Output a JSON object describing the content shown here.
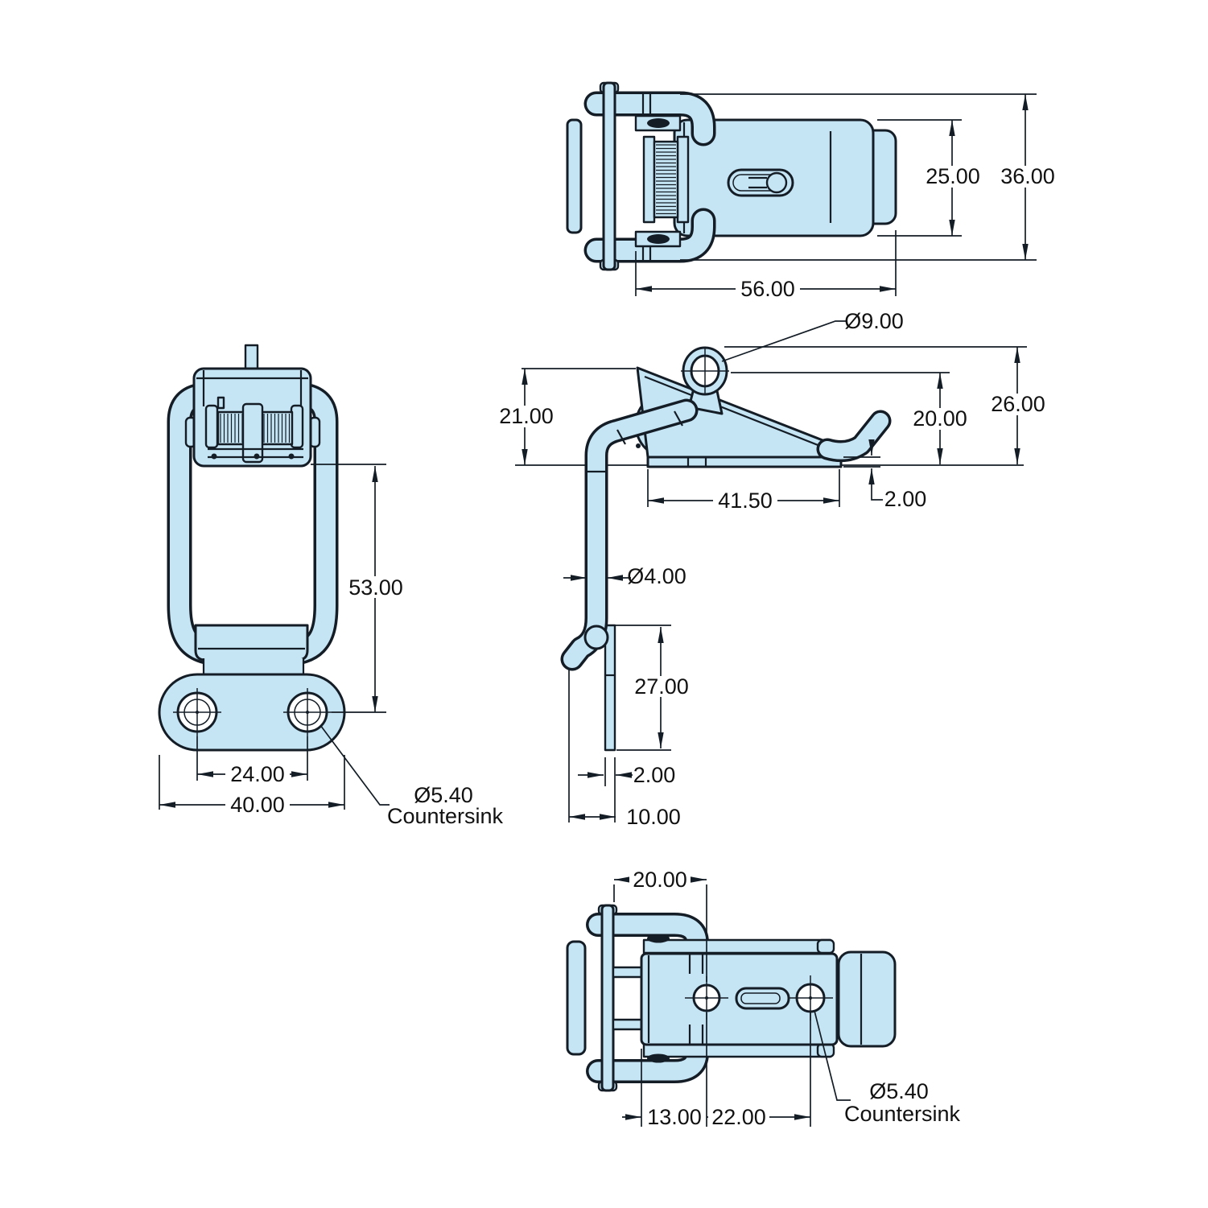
{
  "colors": {
    "part_fill": "#c5e4f4",
    "outline": "#141d26",
    "dim_text": "#111111",
    "paper": "#ffffff"
  },
  "views": {
    "top_view": {
      "dimensions": {
        "body_width": "25.00",
        "overall_width": "36.00",
        "length": "56.00"
      }
    },
    "front_view": {
      "dimensions": {
        "height_to_holes": "53.00",
        "hole_spacing": "24.00",
        "plate_width": "40.00",
        "countersink_diameter": "Ø5.40",
        "countersink_label": "Countersink"
      }
    },
    "side_view": {
      "dimensions": {
        "ring_hole_diameter": "Ø9.00",
        "body_height": "21.00",
        "ring_center_height": "20.00",
        "overall_height": "26.00",
        "base_length": "41.50",
        "base_thickness": "2.00",
        "wire_diameter": "Ø4.00",
        "catch_length": "27.00",
        "catch_thickness": "2.00",
        "hook_width": "10.00"
      }
    },
    "bottom_view": {
      "dimensions": {
        "slot_to_hole": "20.00",
        "edge_to_hole": "13.00",
        "hole_spacing": "22.00",
        "countersink_diameter": "Ø5.40",
        "countersink_label": "Countersink"
      }
    }
  }
}
